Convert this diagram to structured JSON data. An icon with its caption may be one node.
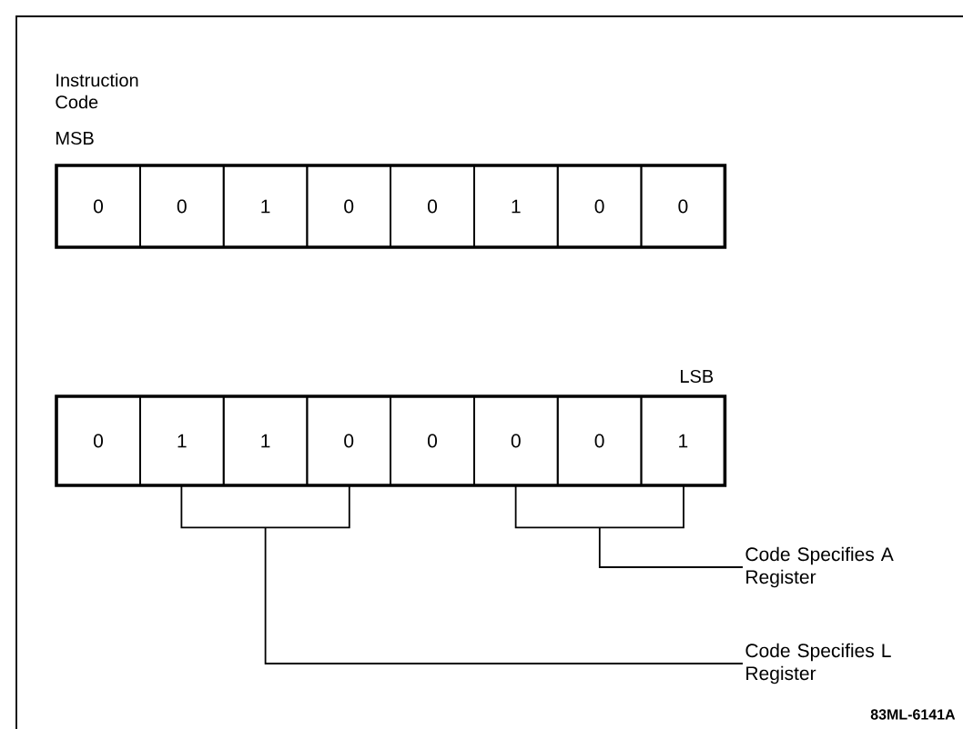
{
  "diagram": {
    "nodes": [
      {
        "text": [
          "0"
        ]
      },
      {
        "text": [
          "0"
        ]
      },
      {
        "text": [
          "1"
        ]
      },
      {
        "text": [
          "0"
        ]
      },
      {
        "text": [
          "0"
        ]
      },
      {
        "text": [
          "1"
        ]
      },
      {
        "text": [
          "0"
        ]
      },
      {
        "text": [
          "0"
        ]
      },
      {
        "text": [
          "0"
        ]
      },
      {
        "text": [
          "1"
        ]
      },
      {
        "text": [
          "1"
        ]
      },
      {
        "text": [
          "0"
        ]
      },
      {
        "text": [
          "0"
        ]
      },
      {
        "text": [
          "0"
        ]
      },
      {
        "text": [
          "0"
        ]
      },
      {
        "text": [
          "1"
        ]
      },
      {
        "text": [],
        "shape": "bracket"
      },
      {
        "text": [],
        "shape": "bracket"
      },
      {
        "text": [
          "Code Specifies A Register"
        ]
      },
      {
        "text": [
          "Code Specifies L Register"
        ]
      }
    ],
    "edges": [
      {
        "from": 18,
        "to": 17,
        "arrow": "none"
      },
      {
        "from": 19,
        "to": 16,
        "arrow": "none"
      }
    ],
    "labels": [
      "Instruction Code",
      "MSB",
      "LSB",
      "83ML-6141A"
    ]
  }
}
